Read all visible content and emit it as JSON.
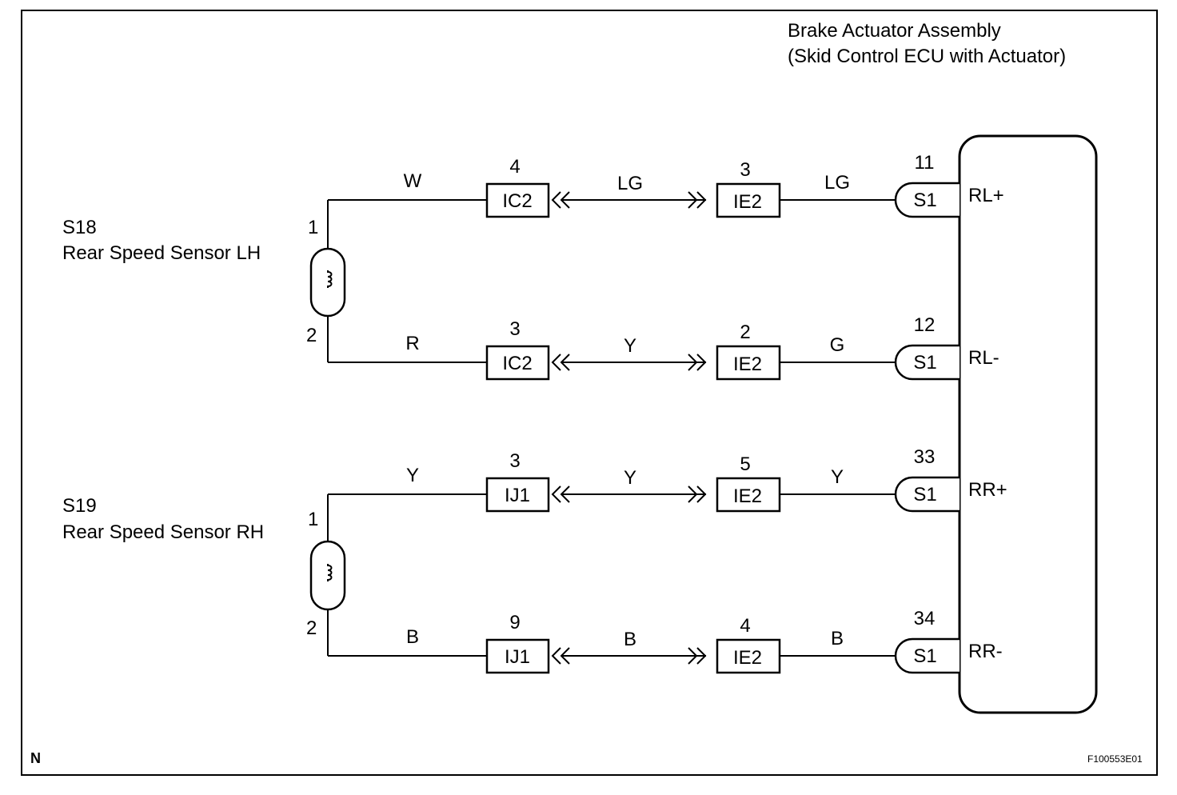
{
  "actuator": {
    "title_line1": "Brake Actuator Assembly",
    "title_line2": "(Skid Control ECU with Actuator)"
  },
  "sensor_lh": {
    "code": "S18",
    "name": "Rear Speed Sensor LH",
    "pin_top": "1",
    "pin_bottom": "2"
  },
  "sensor_rh": {
    "code": "S19",
    "name": "Rear Speed Sensor RH",
    "pin_top": "1",
    "pin_bottom": "2"
  },
  "circuits": [
    {
      "wire1": "W",
      "conn1_pin": "4",
      "conn1": "IC2",
      "wire2": "LG",
      "conn2_pin": "3",
      "conn2": "IE2",
      "wire3": "LG",
      "ecu_pin": "11",
      "ecu_conn": "S1",
      "terminal": "RL+"
    },
    {
      "wire1": "R",
      "conn1_pin": "3",
      "conn1": "IC2",
      "wire2": "Y",
      "conn2_pin": "2",
      "conn2": "IE2",
      "wire3": "G",
      "ecu_pin": "12",
      "ecu_conn": "S1",
      "terminal": "RL-"
    },
    {
      "wire1": "Y",
      "conn1_pin": "3",
      "conn1": "IJ1",
      "wire2": "Y",
      "conn2_pin": "5",
      "conn2": "IE2",
      "wire3": "Y",
      "ecu_pin": "33",
      "ecu_conn": "S1",
      "terminal": "RR+"
    },
    {
      "wire1": "B",
      "conn1_pin": "9",
      "conn1": "IJ1",
      "wire2": "B",
      "conn2_pin": "4",
      "conn2": "IE2",
      "wire3": "B",
      "ecu_pin": "34",
      "ecu_conn": "S1",
      "terminal": "RR-"
    }
  ],
  "footer": {
    "corner_label": "N",
    "figure_id": "F100553E01"
  }
}
